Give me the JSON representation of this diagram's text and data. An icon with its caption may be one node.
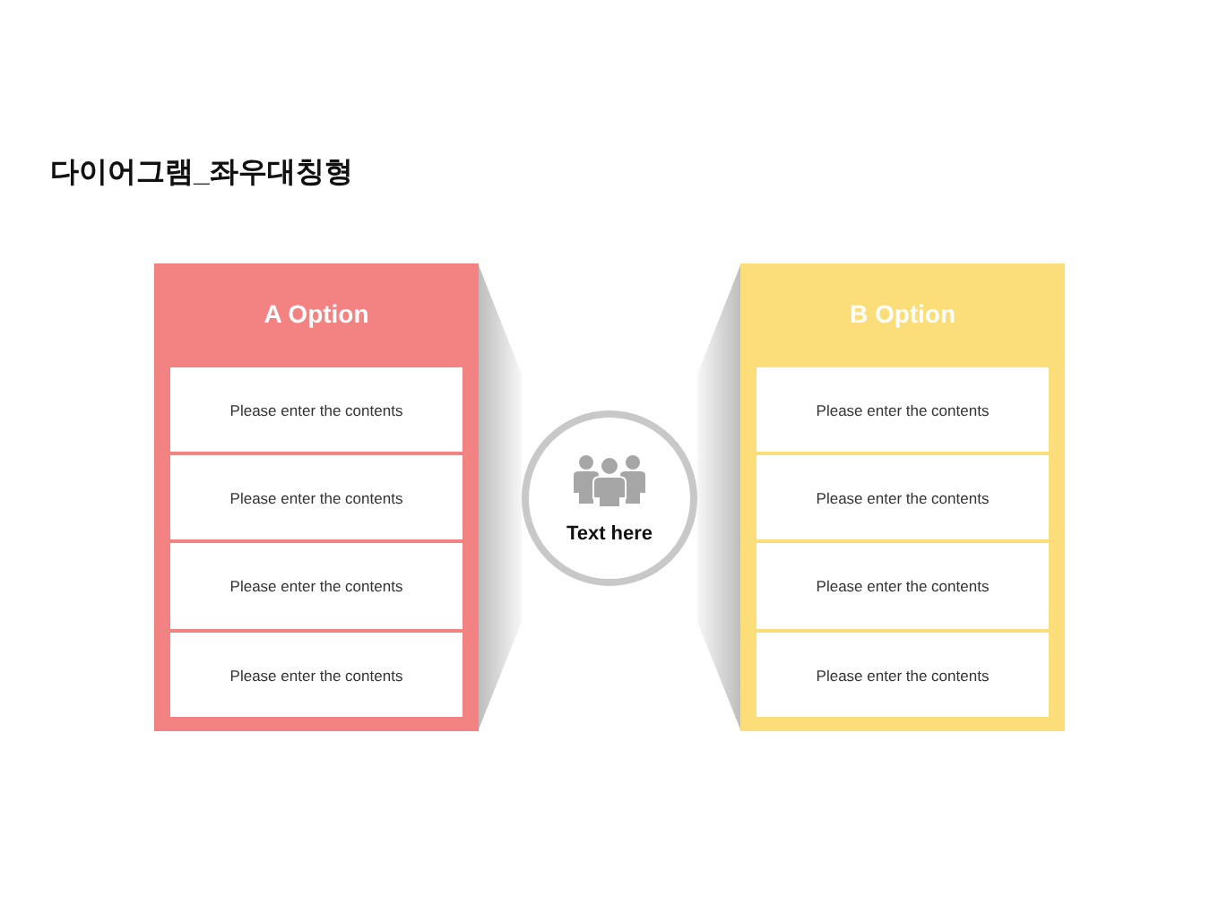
{
  "diagram": {
    "title": "다이어그램_좌우대칭형",
    "nodes": [
      {
        "text": [
          "A Option"
        ]
      },
      {
        "text": [
          "Please enter the contents"
        ],
        "in": 0
      },
      {
        "text": [
          "Please enter the contents"
        ],
        "in": 0
      },
      {
        "text": [
          "Please enter the contents"
        ],
        "in": 0
      },
      {
        "text": [
          "Please enter the contents"
        ],
        "in": 0
      },
      {
        "text": [],
        "shape": "trapezoid"
      },
      {
        "text": [
          "Text here"
        ]
      },
      {
        "text": [],
        "shape": "trapezoid"
      },
      {
        "text": [
          "B Option"
        ]
      },
      {
        "text": [
          "Please enter the contents"
        ],
        "in": 8
      },
      {
        "text": [
          "Please enter the contents"
        ],
        "in": 8
      },
      {
        "text": [
          "Please enter the contents"
        ],
        "in": 8
      },
      {
        "text": [
          "Please enter the contents"
        ],
        "in": 8
      }
    ]
  }
}
